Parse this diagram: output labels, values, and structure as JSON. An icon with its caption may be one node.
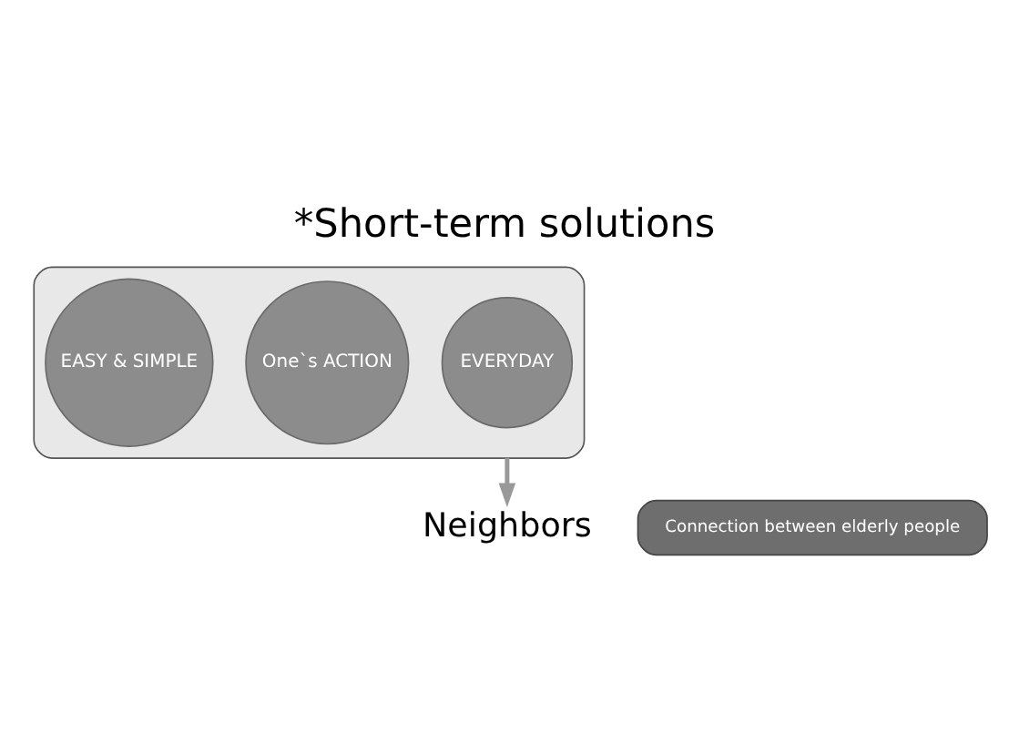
{
  "diagram": {
    "title": "*Short-term solutions",
    "nodes": [
      {
        "text": [],
        "shape": "funnel"
      },
      {
        "text": [
          "EVERYDAY"
        ],
        "in": 0
      },
      {
        "text": [
          "One`s ACTION"
        ],
        "in": 0
      },
      {
        "text": [
          "EASY & SIMPLE"
        ],
        "in": 0
      },
      {
        "text": [
          "Neighbors"
        ]
      },
      {
        "text": [
          "Connection between elderly people"
        ]
      }
    ],
    "edges": [
      {
        "from": 0,
        "to": 4,
        "arrow": "to"
      }
    ]
  }
}
